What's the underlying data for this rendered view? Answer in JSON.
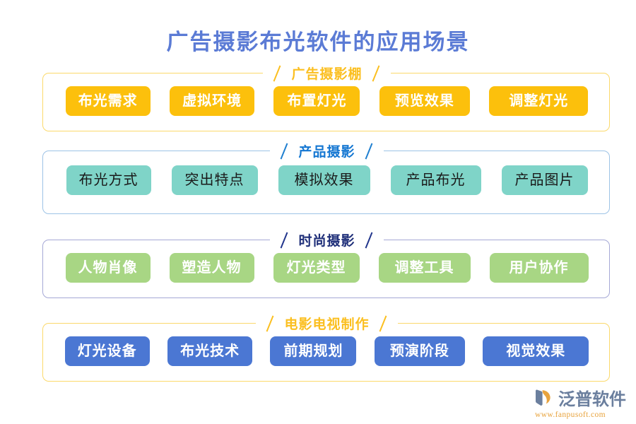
{
  "page": {
    "title": "广告摄影布光软件的应用场景",
    "title_color": "#5b7bd5",
    "background": "#ffffff"
  },
  "sections": [
    {
      "id": "advertising-studio",
      "title": "广告摄影棚",
      "title_color": "#fbbf20",
      "border_color": "#fbd96b",
      "pill_color": "#fcc00c",
      "pill_text_color": "#ffffff",
      "items": [
        "布光需求",
        "虚拟环境",
        "布置灯光",
        "预览效果",
        "调整灯光"
      ]
    },
    {
      "id": "product-photography",
      "title": "产品摄影",
      "title_color": "#1577d2",
      "border_color": "#9dc3e6",
      "pill_color": "#7fd4c8",
      "pill_text_color": "#1a1a1a",
      "items": [
        "布光方式",
        "突出特点",
        "模拟效果",
        "产品布光",
        "产品图片"
      ]
    },
    {
      "id": "fashion-photography",
      "title": "时尚摄影",
      "title_color": "#1f2f79",
      "border_color": "#a5a8d6",
      "pill_color": "#a8d684",
      "pill_text_color": "#ffffff",
      "items": [
        "人物肖像",
        "塑造人物",
        "灯光类型",
        "调整工具",
        "用户协作"
      ]
    },
    {
      "id": "film-tv-production",
      "title": "电影电视制作",
      "title_color": "#fbbf20",
      "border_color": "#fbd96b",
      "pill_color": "#4b77d3",
      "pill_text_color": "#ffffff",
      "items": [
        "灯光设备",
        "布光技术",
        "前期规划",
        "预演阶段",
        "视觉效果"
      ]
    }
  ],
  "logo": {
    "name": "泛普软件",
    "url": "www.fanpusoft.com",
    "mark_icon": "fanpu-swoosh-icon",
    "name_color": "#6b7f9e",
    "url_color": "#e8a33d"
  }
}
